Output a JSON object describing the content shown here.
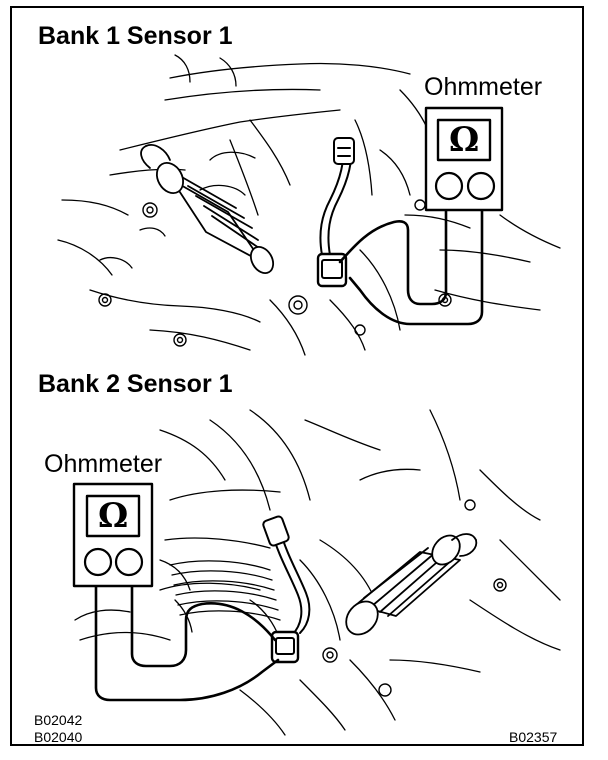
{
  "diagram": {
    "panel1": {
      "title": "Bank 1 Sensor 1",
      "meter_label": "Ohmmeter",
      "meter_symbol": "Ω"
    },
    "panel2": {
      "title": "Bank 2 Sensor 1",
      "meter_label": "Ohmmeter",
      "meter_symbol": "Ω"
    },
    "codes": {
      "left_top": "B02042",
      "left_bottom": "B02040",
      "right": "B02357"
    }
  },
  "colors": {
    "ink": "#000000",
    "paper": "#ffffff"
  }
}
